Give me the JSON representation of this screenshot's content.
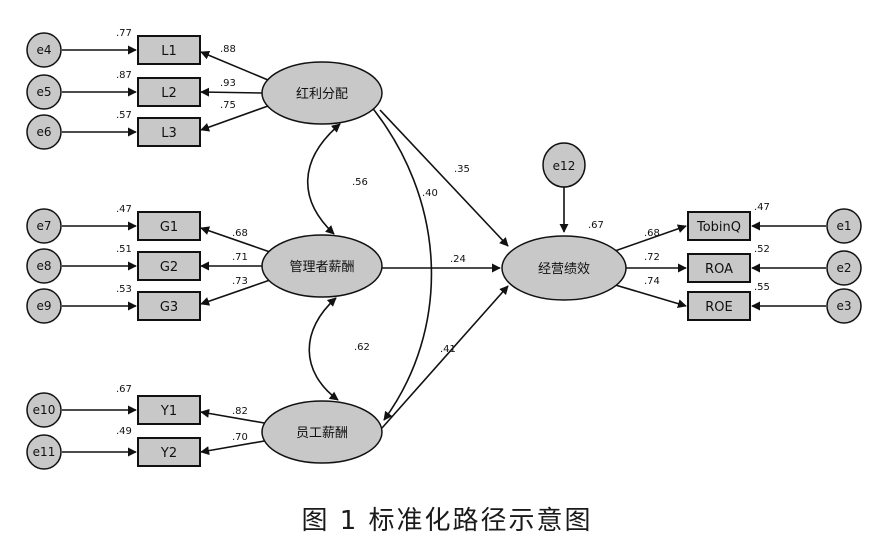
{
  "caption": "图 1  标准化路径示意图",
  "nodes": {
    "e4": "e4",
    "e5": "e5",
    "e6": "e6",
    "e7": "e7",
    "e8": "e8",
    "e9": "e9",
    "e10": "e10",
    "e11": "e11",
    "e12": "e12",
    "e1": "e1",
    "e2": "e2",
    "e3": "e3",
    "L1": "L1",
    "L2": "L2",
    "L3": "L3",
    "G1": "G1",
    "G2": "G2",
    "G3": "G3",
    "Y1": "Y1",
    "Y2": "Y2",
    "TobinQ": "TobinQ",
    "ROA": "ROA",
    "ROE": "ROE",
    "dividend": "红利分配",
    "mgmt_pay": "管理者薪酬",
    "staff_pay": "员工薪酬",
    "performance": "经营绩效"
  },
  "r2": {
    "L1": ".77",
    "L2": ".87",
    "L3": ".57",
    "G1": ".47",
    "G2": ".51",
    "G3": ".53",
    "Y1": ".67",
    "Y2": ".49",
    "TobinQ": ".47",
    "ROA": ".52",
    "ROE": ".55",
    "performance": ".67"
  },
  "loadings": {
    "L1": ".88",
    "L2": ".93",
    "L3": ".75",
    "G1": ".68",
    "G2": ".71",
    "G3": ".73",
    "Y1": ".82",
    "Y2": ".70",
    "TobinQ": ".68",
    "ROA": ".72",
    "ROE": ".74"
  },
  "paths": {
    "dividend_perf": ".35",
    "mgmt_perf": ".24",
    "staff_perf": ".41"
  },
  "correlations": {
    "dividend_mgmt": ".56",
    "mgmt_staff": ".62",
    "dividend_staff": ".40"
  }
}
